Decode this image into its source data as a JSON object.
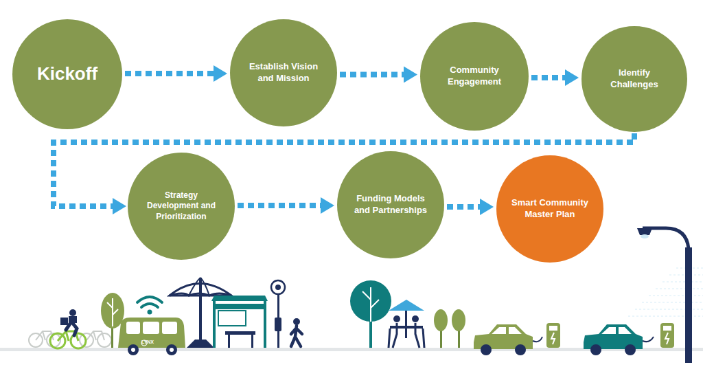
{
  "diagram": {
    "nodes": [
      {
        "text": [
          "Kickoff"
        ]
      },
      {
        "text": [
          "Establish Vision and Mission"
        ]
      },
      {
        "text": [
          "Community Engagement"
        ]
      },
      {
        "text": [
          "Identify Challenges"
        ]
      },
      {
        "text": [
          "Strategy Development and Prioritization"
        ]
      },
      {
        "text": [
          "Funding Models and Partnerships"
        ]
      },
      {
        "text": [
          "Smart Community Master Plan"
        ]
      }
    ],
    "edges": [
      {
        "from": 0,
        "to": 1,
        "arrow": "to"
      },
      {
        "from": 1,
        "to": 2,
        "arrow": "to"
      },
      {
        "from": 2,
        "to": 3,
        "arrow": "to"
      },
      {
        "from": 3,
        "to": 4,
        "arrow": "to"
      },
      {
        "from": 4,
        "to": 5,
        "arrow": "to"
      },
      {
        "from": 5,
        "to": 6,
        "arrow": "to"
      }
    ],
    "labels": [
      "LYNX"
    ]
  }
}
